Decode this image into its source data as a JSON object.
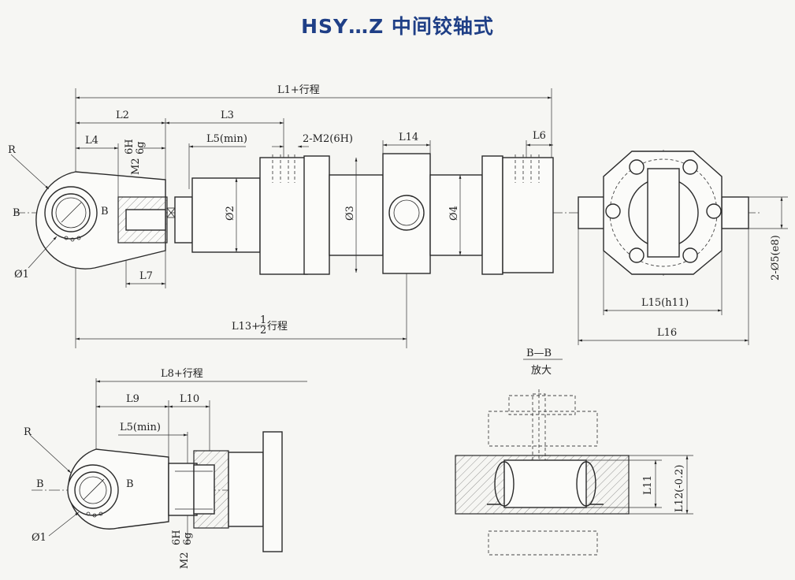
{
  "title": "HSY…Z 中间铰轴式",
  "labels": {
    "l1": "L1+行程",
    "l2": "L2",
    "l3": "L3",
    "l4": "L4",
    "l5": "L5(min)",
    "m2": "M2",
    "m2_fit_top": "6H",
    "m2_fit_bottom": "6g",
    "m2_port": "2-M2(6H)",
    "l14": "L14",
    "l6": "L6",
    "r": "R",
    "b": "B",
    "phi1": "Ø1",
    "phi2": "Ø2",
    "phi3": "Ø3",
    "phi4": "Ø4",
    "l7": "L7",
    "l13": "L13+",
    "half_num": "1",
    "half_den": "2",
    "stroke": "行程",
    "l15": "L15(h11)",
    "l16": "L16",
    "phi5": "2-Ø5(e8)",
    "l8": "L8+行程",
    "l9": "L9",
    "l10": "L10",
    "section": "B—B",
    "enlarged": "放大",
    "l11": "L11",
    "l12": "L12(-0.2)"
  }
}
